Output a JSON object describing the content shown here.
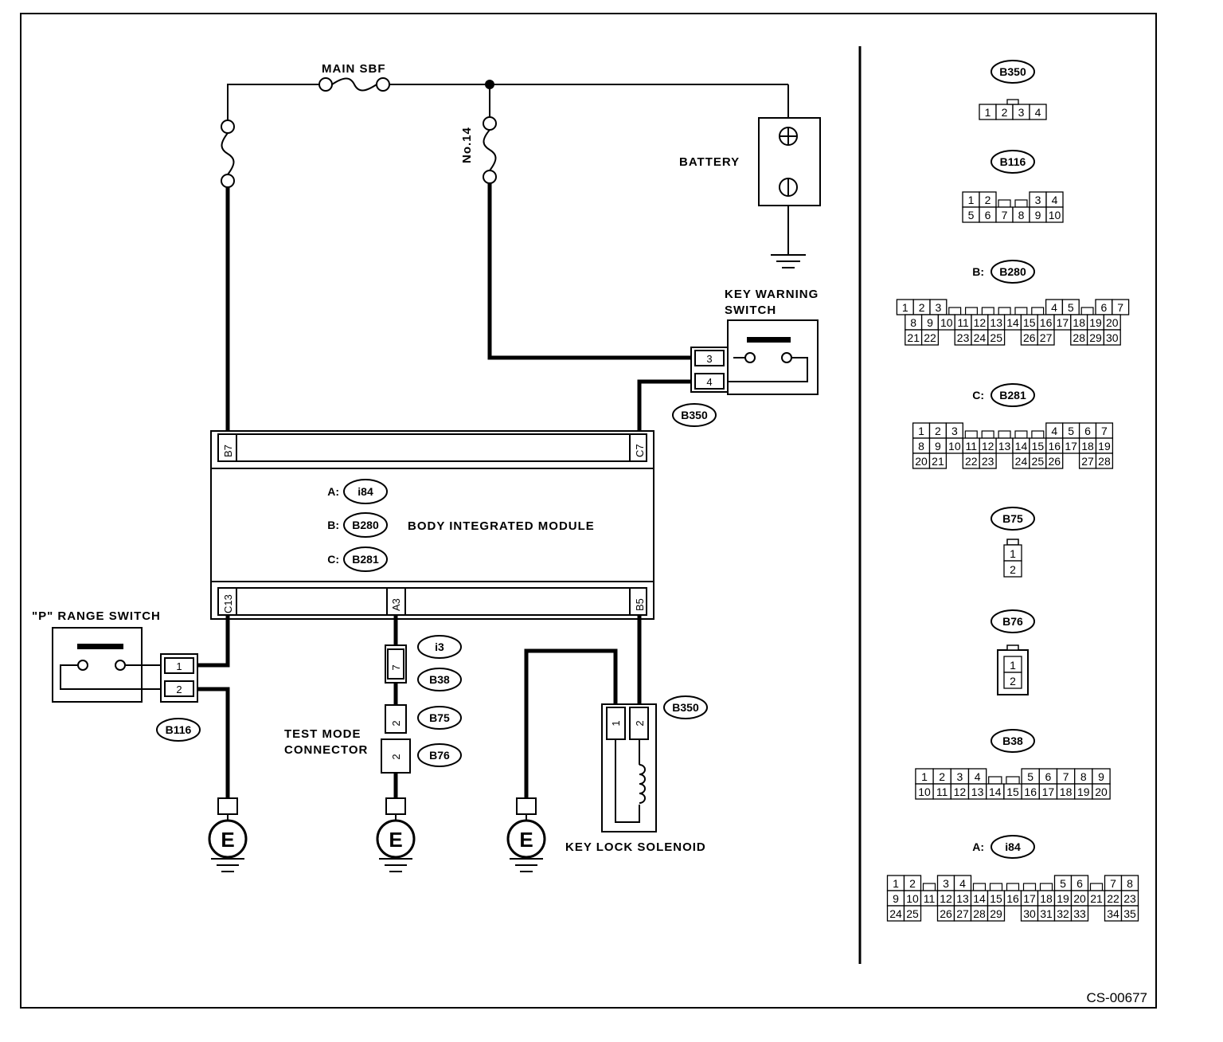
{
  "diagram": {
    "drawing_id": "CS-00677",
    "labels": {
      "main_sbf": "MAIN SBF",
      "fuse_no14": "No.14",
      "battery": "BATTERY",
      "key_warning_switch": [
        "KEY WARNING",
        "SWITCH"
      ],
      "body_integrated_module": "BODY INTEGRATED MODULE",
      "p_range_switch": "\"P\" RANGE SWITCH",
      "test_mode_connector": [
        "TEST MODE",
        "CONNECTOR"
      ],
      "key_lock_solenoid": "KEY LOCK SOLENOID",
      "ground": "E"
    },
    "module_connectors": [
      {
        "prefix": "A:",
        "code": "i84"
      },
      {
        "prefix": "B:",
        "code": "B280"
      },
      {
        "prefix": "C:",
        "code": "B281"
      }
    ],
    "module_terminals": {
      "b7": "B7",
      "c7": "C7",
      "c13": "C13",
      "a3": "A3",
      "b5": "B5"
    },
    "connector_tags": {
      "b350_key": "B350",
      "b116": "B116",
      "i3": "i3",
      "b38": "B38",
      "b75": "B75",
      "b76": "B76",
      "b350_sol": "B350"
    },
    "pins": {
      "kws_3": "3",
      "kws_4": "4",
      "prs_1": "1",
      "prs_2": "2",
      "tm_7": "7",
      "tm_b75": "2",
      "tm_b76": "2",
      "kls_1": "1",
      "kls_2": "2"
    }
  },
  "connector_faces": [
    {
      "code": "B350",
      "prefix": "",
      "rows": [
        [
          "1",
          "2",
          "3",
          "4"
        ]
      ]
    },
    {
      "code": "B116",
      "prefix": "",
      "rows": [
        [
          "1",
          "2",
          "",
          "",
          "3",
          "4"
        ],
        [
          "5",
          "6",
          "7",
          "8",
          "9",
          "10"
        ]
      ]
    },
    {
      "code": "B280",
      "prefix": "B:",
      "rows": [
        [
          "1",
          "2",
          "3",
          "",
          "",
          "",
          "",
          "",
          "",
          "4",
          "5",
          "",
          "6",
          "7"
        ],
        [
          "8",
          "9",
          "10",
          "11",
          "12",
          "13",
          "14",
          "15",
          "16",
          "17",
          "18",
          "19",
          "20"
        ],
        [
          "21",
          "22",
          "",
          "23",
          "24",
          "25",
          "",
          "26",
          "27",
          "",
          "28",
          "29",
          "30"
        ]
      ]
    },
    {
      "code": "B281",
      "prefix": "C:",
      "rows": [
        [
          "1",
          "2",
          "3",
          "",
          "",
          "",
          "",
          "",
          "4",
          "5",
          "6",
          "7"
        ],
        [
          "8",
          "9",
          "10",
          "11",
          "12",
          "13",
          "14",
          "15",
          "16",
          "17",
          "18",
          "19"
        ],
        [
          "20",
          "21",
          "",
          "22",
          "23",
          "",
          "24",
          "25",
          "26",
          "",
          "27",
          "28"
        ]
      ]
    },
    {
      "code": "B75",
      "prefix": "",
      "rows": [
        [
          "1"
        ],
        [
          "2"
        ]
      ]
    },
    {
      "code": "B76",
      "prefix": "",
      "rows": [
        [
          "1"
        ],
        [
          "2"
        ]
      ]
    },
    {
      "code": "B38",
      "prefix": "",
      "rows": [
        [
          "1",
          "2",
          "3",
          "4",
          "",
          "",
          "5",
          "6",
          "7",
          "8",
          "9"
        ],
        [
          "10",
          "11",
          "12",
          "13",
          "14",
          "15",
          "16",
          "17",
          "18",
          "19",
          "20"
        ]
      ]
    },
    {
      "code": "i84",
      "prefix": "A:",
      "rows": [
        [
          "1",
          "2",
          "",
          "3",
          "4",
          "",
          "",
          "",
          "",
          "",
          "5",
          "6",
          "",
          "7",
          "8"
        ],
        [
          "9",
          "10",
          "11",
          "12",
          "13",
          "14",
          "15",
          "16",
          "17",
          "18",
          "19",
          "20",
          "21",
          "22",
          "23"
        ],
        [
          "24",
          "25",
          "",
          "26",
          "27",
          "28",
          "29",
          "",
          "30",
          "31",
          "32",
          "33",
          "",
          "34",
          "35"
        ]
      ]
    }
  ]
}
